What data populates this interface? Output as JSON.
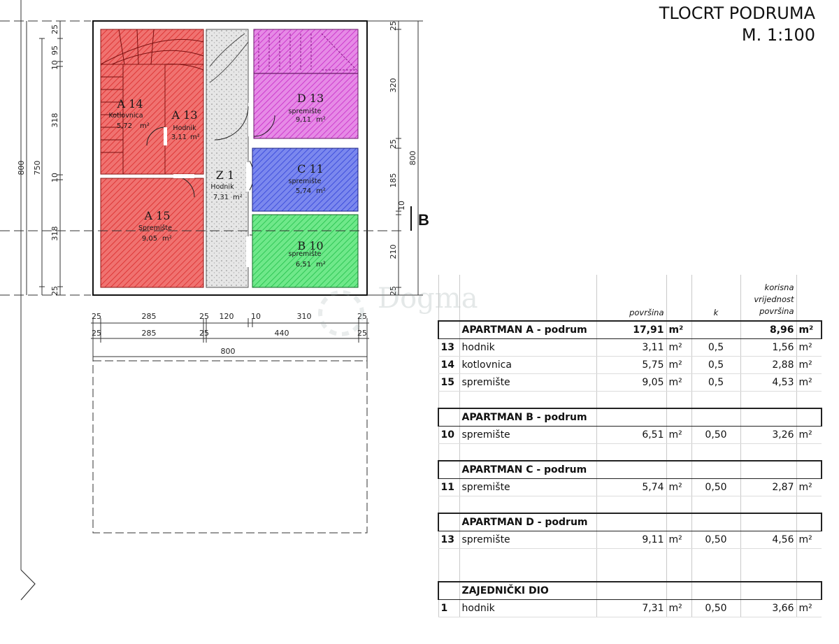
{
  "title": {
    "line1": "TLOCRT PODRUMA",
    "line2": "M. 1:100"
  },
  "colors": {
    "apt_a": "#ee5a58",
    "apt_b": "#44dd68",
    "apt_c": "#5e6fe8",
    "apt_d": "#e06fe0",
    "common": "#dcdcdc"
  },
  "rooms": [
    {
      "id": "A 14",
      "name": "Kotlovnica",
      "area": "5,72",
      "unit": "m²"
    },
    {
      "id": "A 13",
      "name": "Hodnik",
      "area": "3,11",
      "unit": "m²"
    },
    {
      "id": "A 15",
      "name": "Spremište",
      "area": "9,05",
      "unit": "m²"
    },
    {
      "id": "Z 1",
      "name": "Hodnik",
      "area": "7,31",
      "unit": "m²"
    },
    {
      "id": "D 13",
      "name": "spremište",
      "area": "9,11",
      "unit": "m²"
    },
    {
      "id": "C 11",
      "name": "spremište",
      "area": "5,74",
      "unit": "m²"
    },
    {
      "id": "B 10",
      "name": "spremište",
      "area": "6,51",
      "unit": "m²"
    }
  ],
  "section_marker": "B",
  "watermark": "Dogma",
  "dimensions": {
    "left_outer": [
      "800"
    ],
    "left_inner": [
      "750"
    ],
    "left_segments": [
      "25",
      "95",
      "10",
      "318",
      "10",
      "318",
      "25"
    ],
    "right_outer": [
      "800"
    ],
    "right_segments": [
      "25",
      "320",
      "25",
      "185",
      "10",
      "210",
      "25"
    ],
    "bottom_row1": [
      "25",
      "285",
      "25",
      "120",
      "10",
      "310",
      "25"
    ],
    "bottom_row2": [
      "25",
      "285",
      "25",
      "440",
      "25"
    ],
    "bottom_total": "800"
  },
  "table": {
    "headers": {
      "area": "površina",
      "k": "k",
      "useful": [
        "korisna",
        "vrijednost",
        "površina"
      ]
    },
    "unit": "m²",
    "groups": [
      {
        "title": "APARTMAN A - podrum",
        "total": "17,91",
        "useful_total": "8,96",
        "rows": [
          {
            "no": "13",
            "name": "hodnik",
            "area": "3,11",
            "k": "0,5",
            "useful": "1,56"
          },
          {
            "no": "14",
            "name": "kotlovnica",
            "area": "5,75",
            "k": "0,5",
            "useful": "2,88"
          },
          {
            "no": "15",
            "name": "spremište",
            "area": "9,05",
            "k": "0,5",
            "useful": "4,53"
          }
        ]
      },
      {
        "title": "APARTMAN B - podrum",
        "rows": [
          {
            "no": "10",
            "name": "spremište",
            "area": "6,51",
            "k": "0,50",
            "useful": "3,26"
          }
        ]
      },
      {
        "title": "APARTMAN C - podrum",
        "rows": [
          {
            "no": "11",
            "name": "spremište",
            "area": "5,74",
            "k": "0,50",
            "useful": "2,87"
          }
        ]
      },
      {
        "title": "APARTMAN D - podrum",
        "rows": [
          {
            "no": "13",
            "name": "spremište",
            "area": "9,11",
            "k": "0,50",
            "useful": "4,56"
          }
        ]
      },
      {
        "title": "ZAJEDNIČKI DIO",
        "rows": [
          {
            "no": "1",
            "name": "hodnik",
            "area": "7,31",
            "k": "0,50",
            "useful": "3,66"
          }
        ]
      }
    ]
  }
}
